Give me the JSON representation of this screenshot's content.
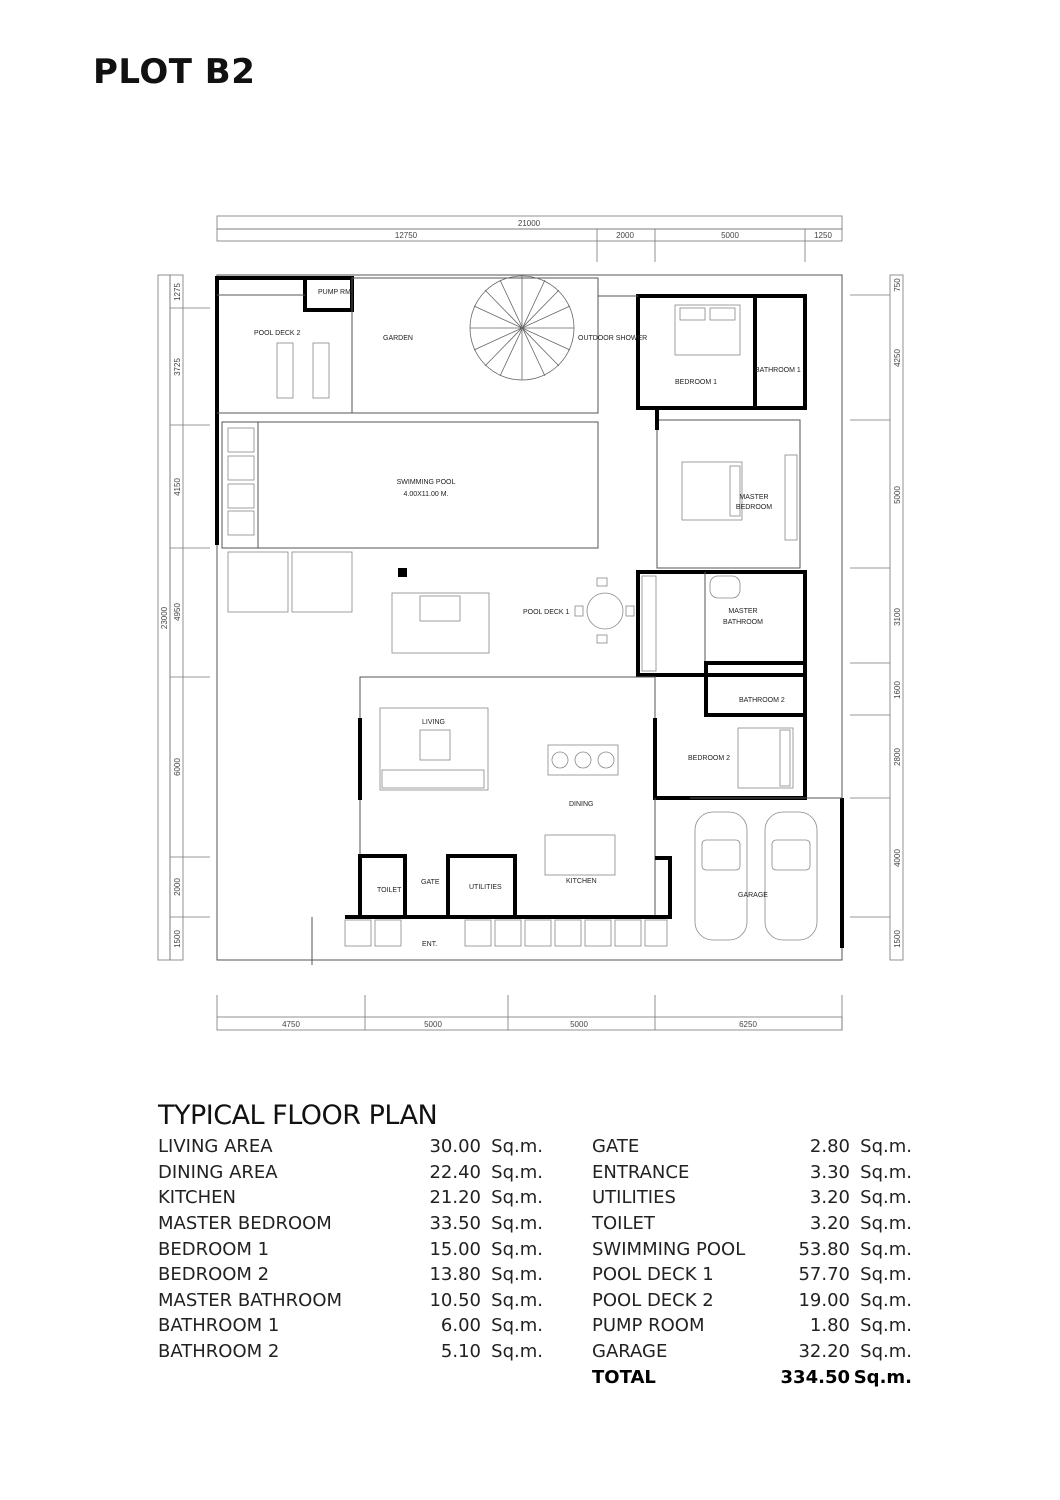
{
  "title": "PLOT B2",
  "plan": {
    "dimensions": {
      "top_total": "21000",
      "top": [
        "12750",
        "2000",
        "5000",
        "1250"
      ],
      "left_total": "23000",
      "left": [
        "1275",
        "3725",
        "4150",
        "4950",
        "6000",
        "2000",
        "1500"
      ],
      "right": [
        "750",
        "4250",
        "5000",
        "3100",
        "1600",
        "2800",
        "4000",
        "1500"
      ],
      "bottom": [
        "4750",
        "5000",
        "5000",
        "6250"
      ]
    },
    "rooms": {
      "pump_room": "PUMP RM.",
      "pool_deck_2": "POOL DECK 2",
      "garden": "GARDEN",
      "outdoor_shower": "OUTDOOR SHOWER",
      "bedroom_1": "BEDROOM 1",
      "bathroom_1": "BATHROOM 1",
      "swimming_pool": "SWIMMING POOL",
      "swimming_pool_size": "4.00X11.00 M.",
      "master_bedroom_1": "MASTER",
      "master_bedroom_2": "BEDROOM",
      "pool_deck_1": "POOL DECK 1",
      "master_bathroom_1": "MASTER",
      "master_bathroom_2": "BATHROOM",
      "bathroom_2": "BATHROOM 2",
      "living": "LIVING",
      "bedroom_2": "BEDROOM 2",
      "dining": "DINING",
      "toilet": "TOILET",
      "gate": "GATE",
      "utilities": "UTILITIES",
      "kitchen": "KITCHEN",
      "garage": "GARAGE",
      "entrance": "ENT."
    }
  },
  "areas": {
    "heading": "TYPICAL FLOOR PLAN",
    "left": [
      {
        "name": "LIVING AREA",
        "value": "30.00",
        "unit": "Sq.m."
      },
      {
        "name": "DINING AREA",
        "value": "22.40",
        "unit": "Sq.m."
      },
      {
        "name": "KITCHEN",
        "value": "21.20",
        "unit": "Sq.m."
      },
      {
        "name": "MASTER BEDROOM",
        "value": "33.50",
        "unit": "Sq.m."
      },
      {
        "name": "BEDROOM 1",
        "value": "15.00",
        "unit": "Sq.m."
      },
      {
        "name": "BEDROOM 2",
        "value": "13.80",
        "unit": "Sq.m."
      },
      {
        "name": "MASTER BATHROOM",
        "value": "10.50",
        "unit": "Sq.m."
      },
      {
        "name": "BATHROOM 1",
        "value": "6.00",
        "unit": "Sq.m."
      },
      {
        "name": "BATHROOM 2",
        "value": "5.10",
        "unit": "Sq.m."
      }
    ],
    "right": [
      {
        "name": "GATE",
        "value": "2.80",
        "unit": "Sq.m."
      },
      {
        "name": "ENTRANCE",
        "value": "3.30",
        "unit": "Sq.m."
      },
      {
        "name": "UTILITIES",
        "value": "3.20",
        "unit": "Sq.m."
      },
      {
        "name": "TOILET",
        "value": "3.20",
        "unit": "Sq.m."
      },
      {
        "name": "SWIMMING POOL",
        "value": "53.80",
        "unit": "Sq.m."
      },
      {
        "name": "POOL DECK 1",
        "value": "57.70",
        "unit": "Sq.m."
      },
      {
        "name": "POOL DECK 2",
        "value": "19.00",
        "unit": "Sq.m."
      },
      {
        "name": "PUMP ROOM",
        "value": "1.80",
        "unit": "Sq.m."
      },
      {
        "name": "GARAGE",
        "value": "32.20",
        "unit": "Sq.m."
      }
    ],
    "total": {
      "name": "TOTAL",
      "value": "334.50",
      "unit": "Sq.m."
    }
  }
}
